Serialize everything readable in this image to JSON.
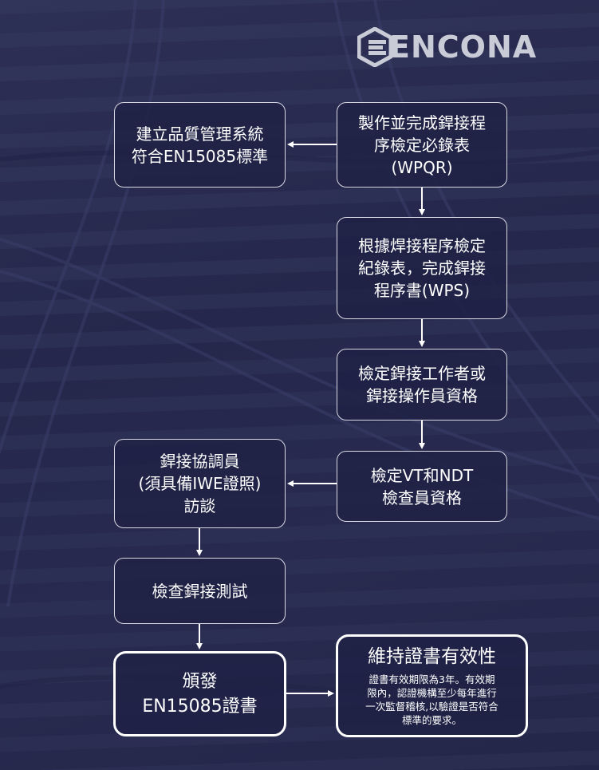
{
  "logo": {
    "text": "ENCONA"
  },
  "boxes": {
    "qms": {
      "line1": "建立品質管理系統",
      "line2": "符合EN15085標準"
    },
    "wpqr": {
      "line1": "製作並完成銲接程",
      "line2": "序檢定必錄表",
      "line3": "(WPQR)"
    },
    "wps": {
      "line1": "根據焊接程序檢定",
      "line2": "紀錄表，完成銲接",
      "line3": "程序書(WPS)"
    },
    "welder": {
      "line1": "檢定銲接工作者或",
      "line2": "銲接操作員資格"
    },
    "inspector": {
      "line1": "檢定VT和NDT",
      "line2": "檢查員資格"
    },
    "coordinator": {
      "line1": "銲接協調員",
      "line2": "(須具備IWE證照)",
      "line3": "訪談"
    },
    "test": {
      "line1": "檢查銲接測試"
    },
    "certificate": {
      "line1": "頒發",
      "line2": "EN15085證書"
    },
    "maintain": {
      "title": "維持證書有效性",
      "body1": "證書有效期限為3年。有效期",
      "body2": "限內，認證機構至少每年進行",
      "body3": "一次監督稽核,以驗證是否符合",
      "body4": "標準的要求。"
    }
  },
  "colors": {
    "background": "#272a50",
    "border": "#d8d9e3",
    "arrow": "#ffffff"
  }
}
